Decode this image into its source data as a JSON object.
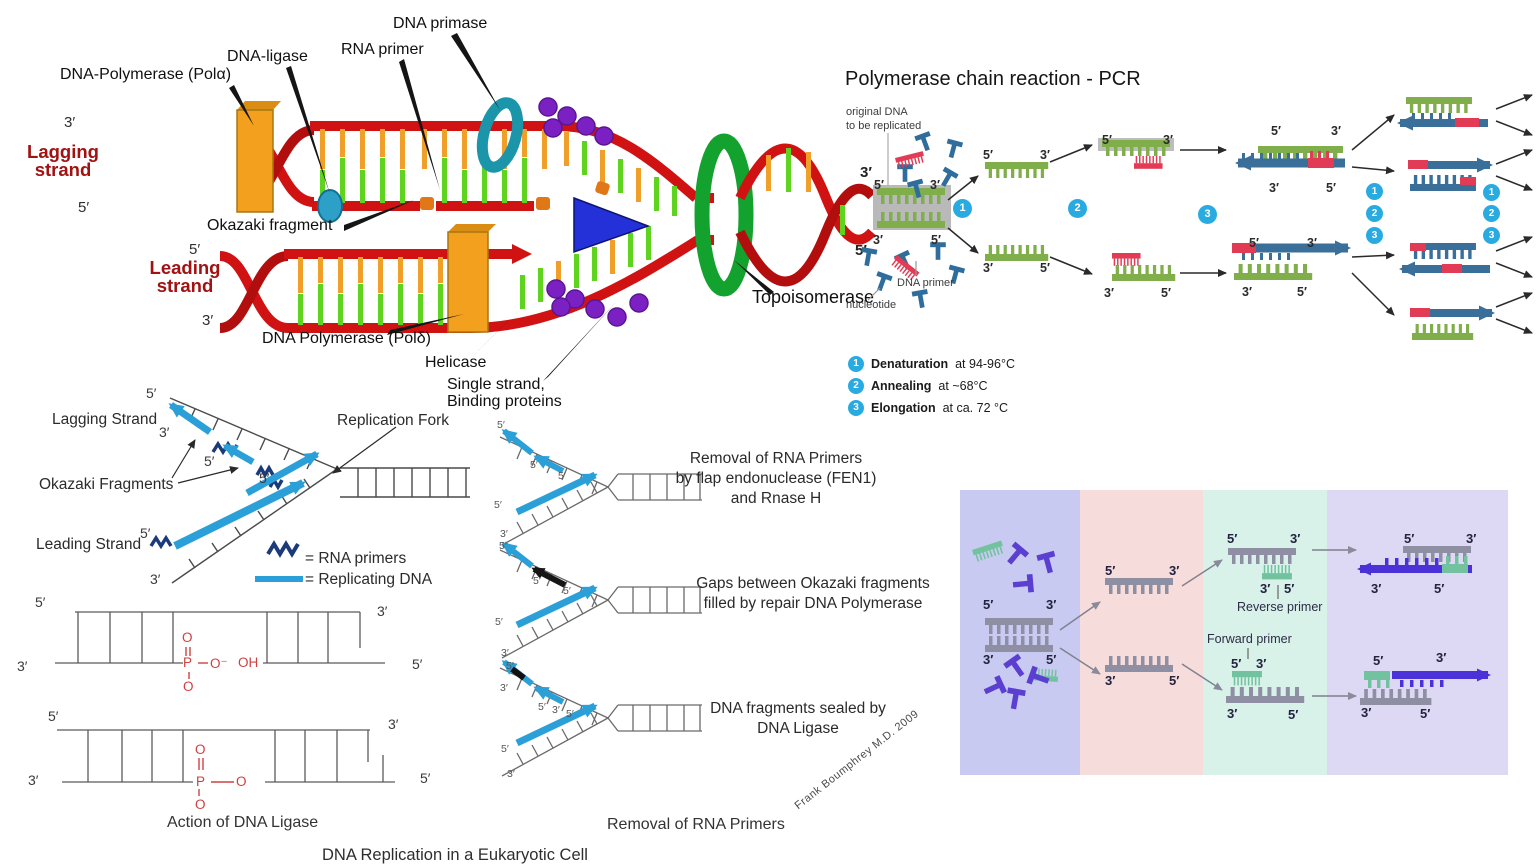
{
  "colors": {
    "strand_red": "#d01212",
    "base_orange": "#f09f28",
    "base_green": "#5fd41f",
    "polymerase_orange": "#f2a01d",
    "helicase_blue": "#2531d8",
    "topoisomerase_green": "#13a22e",
    "primase_teal": "#1b95aa",
    "ssb_purple": "#7b21c4",
    "step_circle_blue": "#29abe2",
    "pcr_green": "#7fae4a",
    "pcr_red": "#e23b55",
    "pcr_steel_blue": "#3a6f99",
    "schematic_blue": "#2b9fd8",
    "primer_navy": "#1b3a7a",
    "chem_red": "#cf4040",
    "panel_lavender": "#c9caf1",
    "panel_pink": "#f6dcda",
    "panel_mint": "#d8f2ea",
    "panel_purple": "#ddd8f4",
    "panel_gray": "#8f8fa3",
    "panel_seafoam": "#72c2a0",
    "panel_violet": "#5b3fd1",
    "panel_arrow_purple": "#4b32d8"
  },
  "labels": {
    "p5": "5′",
    "p3": "3′"
  },
  "replication3d": {
    "dna_primase": "DNA primase",
    "rna_primer": "RNA primer",
    "dna_ligase": "DNA-ligase",
    "pol_alpha": "DNA-Polymerase (Polα)",
    "lagging_strand": "Lagging\nstrand",
    "okazaki_fragment": "Okazaki fragment",
    "leading_strand": "Leading\nstrand",
    "pol_delta": "DNA Polymerase (Polδ)",
    "helicase": "Helicase",
    "ssb": "Single strand,\nBinding proteins",
    "topoisomerase": "Topoisomerase"
  },
  "pcr": {
    "title": "Polymerase chain reaction - PCR",
    "original_dna": "original DNA\nto be replicated",
    "dna_primer": "DNA primer",
    "nucleotide": "nucleotide",
    "steps": [
      {
        "num": "1",
        "term": "Denaturation",
        "detail": "at 94-96°C"
      },
      {
        "num": "2",
        "term": "Annealing",
        "detail": "at ~68°C"
      },
      {
        "num": "3",
        "term": "Elongation",
        "detail": "at ca. 72 °C"
      }
    ]
  },
  "fork_schematic": {
    "lagging_strand": "Lagging Strand",
    "okazaki_fragments": "Okazaki Fragments",
    "leading_strand": "Leading Strand",
    "replication_fork": "Replication Fork",
    "legend_rna": "= RNA primers",
    "legend_dna": "= Replicating DNA"
  },
  "ligase_action": {
    "caption": "Action of DNA Ligase",
    "chem": {
      "o": "O",
      "p": "P",
      "o_minus": "O⁻",
      "oh": "OH"
    }
  },
  "rna_removal": {
    "step1": "Removal of RNA Primers\nby flap endonuclease (FEN1)\nand Rnase H",
    "step2": "Gaps between Okazaki fragments\nfilled by repair DNA Polymerase",
    "step3": "DNA fragments sealed by\nDNA Ligase",
    "caption": "Removal of RNA Primers",
    "signature": "Frank Boumphrey M.D. 2009"
  },
  "pcr_panels": {
    "reverse_primer": "Reverse primer",
    "forward_primer": "Forward primer"
  },
  "footer": {
    "caption": "DNA Replication in a Eukaryotic Cell"
  }
}
